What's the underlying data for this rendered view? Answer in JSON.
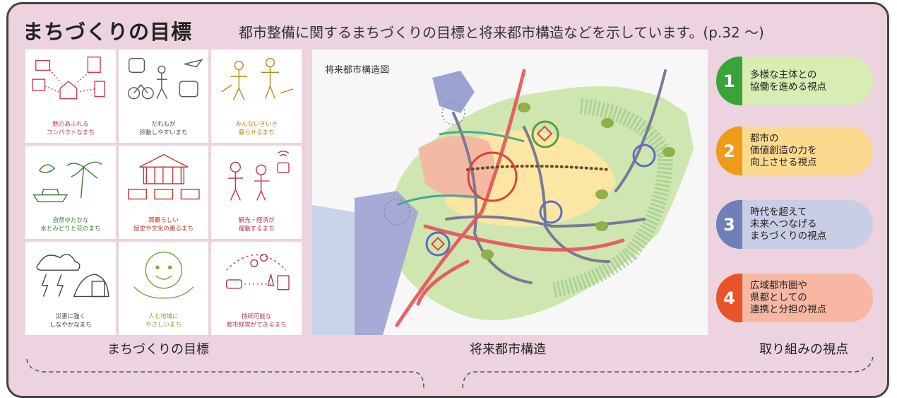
{
  "header": {
    "title": "まちづくりの目標",
    "subtitle": "都市整備に関するまちづくりの目標と将来都市構造などを示しています。(p.32 ～)"
  },
  "goals": [
    {
      "caption": "魅力あふれる\nコンパクトなまち"
    },
    {
      "caption": "だれもが\n移動しやすいまち"
    },
    {
      "caption": "みんないきいき\n暮らせるまち"
    },
    {
      "caption": "自然ゆたかな\n水とみどりと花のまち"
    },
    {
      "caption": "那覇らしい\n歴史や文化の薫るまち"
    },
    {
      "caption": "観光・経済が\n躍動するまち"
    },
    {
      "caption": "災害に強く\nしなやかなまち"
    },
    {
      "caption": "人と地域に\nやさしいまち"
    },
    {
      "caption": "持続可能な\n都市経営ができるまち"
    }
  ],
  "map": {
    "label": "将来都市構造図"
  },
  "viewpoints": [
    {
      "number": "1",
      "text": "多様な主体との\n協働を進める視点",
      "color": "#3aa33a",
      "bg": "#d9ecb3"
    },
    {
      "number": "2",
      "text": "都市の\n価値創造の力を\n向上させる視点",
      "color": "#f09a1a",
      "bg": "#fbd98f"
    },
    {
      "number": "3",
      "text": "時代を超えて\n未来へつなげる\nまちづくりの視点",
      "color": "#6f7fb8",
      "bg": "#c9cde6"
    },
    {
      "number": "4",
      "text": "広域都市圏や\n県都としての\n連携と分担の視点",
      "color": "#e8542a",
      "bg": "#f7b7a3"
    }
  ],
  "bottom_labels": {
    "goals": "まちづくりの目標",
    "structure": "将来都市構造",
    "viewpoints": "取り組みの視点"
  }
}
